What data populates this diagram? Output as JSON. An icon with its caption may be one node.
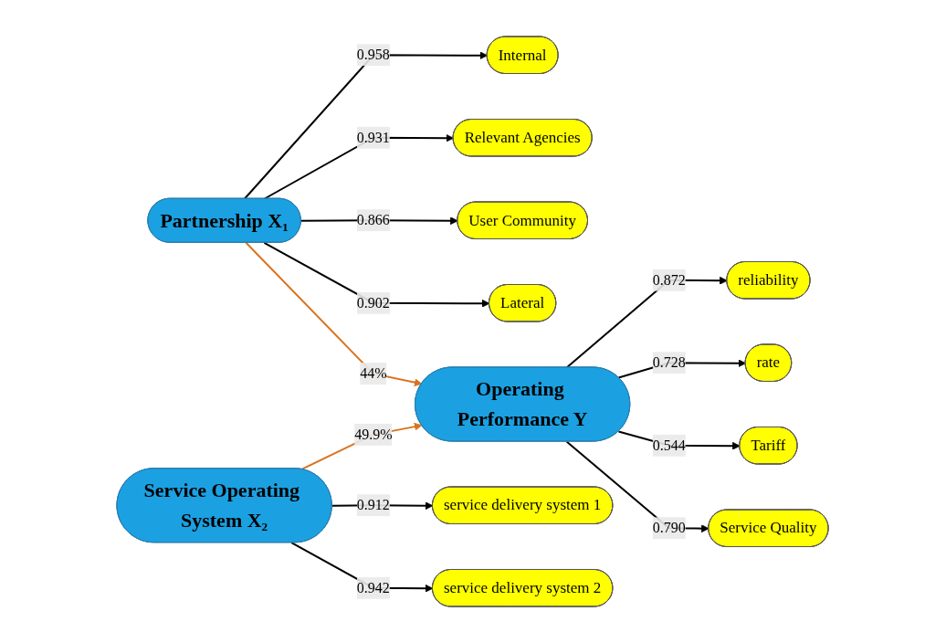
{
  "diagram": {
    "nodes": [
      {
        "text": [
          "Internal"
        ]
      },
      {
        "text": [
          "Relevant Agencies"
        ]
      },
      {
        "text": [
          "User Community"
        ]
      },
      {
        "text": [
          "Lateral"
        ]
      },
      {
        "text": [
          "Partnership X₁"
        ]
      },
      {
        "text": [
          "Operating Performance Y"
        ]
      },
      {
        "text": [
          "reliability"
        ]
      },
      {
        "text": [
          "rate"
        ]
      },
      {
        "text": [
          "Tariff"
        ]
      },
      {
        "text": [
          "Service Quality"
        ]
      },
      {
        "text": [
          "service delivery system 1"
        ]
      },
      {
        "text": [
          "service delivery system 2"
        ]
      },
      {
        "text": [
          "Service Operating System X₂"
        ]
      }
    ],
    "edges": [
      {
        "from": 4,
        "to": 0,
        "arrow": "to",
        "label": "0.958"
      },
      {
        "from": 4,
        "to": 1,
        "arrow": "to",
        "label": "0.931"
      },
      {
        "from": 4,
        "to": 2,
        "arrow": "to",
        "label": "0.866"
      },
      {
        "from": 4,
        "to": 3,
        "arrow": "to",
        "label": "0.902"
      },
      {
        "from": 4,
        "to": 5,
        "arrow": "to",
        "label": "44%",
        "color": "#d9731f"
      },
      {
        "from": 12,
        "to": 5,
        "arrow": "to",
        "label": "49.9%",
        "color": "#d9731f"
      },
      {
        "from": 5,
        "to": 6,
        "arrow": "to",
        "label": "0.872"
      },
      {
        "from": 5,
        "to": 7,
        "arrow": "to",
        "label": "0.728"
      },
      {
        "from": 5,
        "to": 8,
        "arrow": "to",
        "label": "0.544"
      },
      {
        "from": 5,
        "to": 9,
        "arrow": "to",
        "label": "0.790"
      },
      {
        "from": 12,
        "to": 10,
        "arrow": "to",
        "label": "0.912"
      },
      {
        "from": 12,
        "to": 11,
        "arrow": "to",
        "label": "0.942"
      }
    ]
  }
}
